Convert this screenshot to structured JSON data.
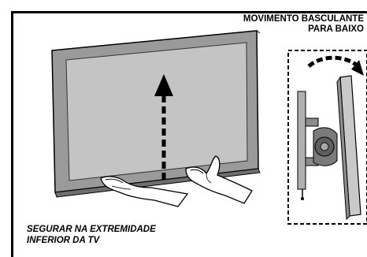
{
  "header_label": {
    "line1": "MOVIMENTO BASCULANTE",
    "line2": "PARA BAIXO"
  },
  "instruction_label": {
    "line1": "SEGURAR NA EXTREMIDADE",
    "line2": "INFERIOR DA TV"
  },
  "colors": {
    "ink": "#000000",
    "panel_outer": "#9a9a9a",
    "panel_screen": "#c4c4c4",
    "bracket_metal": "#8c8c8c"
  },
  "icons": [
    "tv-panel",
    "up-arrow",
    "left-hand",
    "right-hand",
    "tilt-down-arrow",
    "wall-mount-bracket"
  ]
}
